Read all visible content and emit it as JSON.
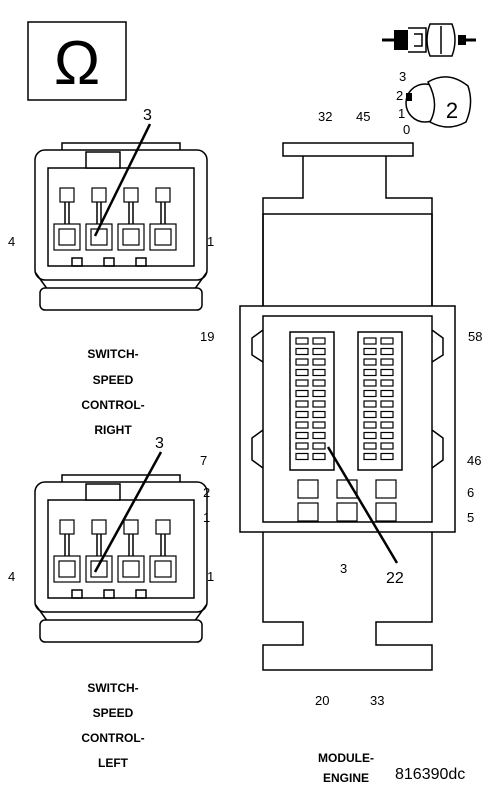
{
  "ohm_symbol": "Ω",
  "connector_right": {
    "pointer_label": "3",
    "pin_left": "4",
    "pin_right": "1",
    "caption": [
      "SWITCH-",
      "SPEED",
      "CONTROL-",
      "RIGHT"
    ]
  },
  "connector_left": {
    "pointer_label": "3",
    "pin_left": "4",
    "pin_right": "1",
    "caption": [
      "SWITCH-",
      "SPEED",
      "CONTROL-",
      "LEFT"
    ]
  },
  "module": {
    "top_left": "32",
    "top_right": "45",
    "side_top_left": "19",
    "side_top_right": "58",
    "row_a_left": "7",
    "row_a_right": "46",
    "row_b_left": "2",
    "row_b_right": "6",
    "row_c_left": "1",
    "row_c_right": "5",
    "bottom_center": "3",
    "pointer_label": "22",
    "bottom_left": "20",
    "bottom_right": "33",
    "caption": [
      "MODULE-",
      "ENGINE"
    ]
  },
  "ignition": {
    "positions": [
      "3",
      "2",
      "1",
      "0"
    ],
    "selected": "2"
  },
  "figure_id": "816390dc"
}
